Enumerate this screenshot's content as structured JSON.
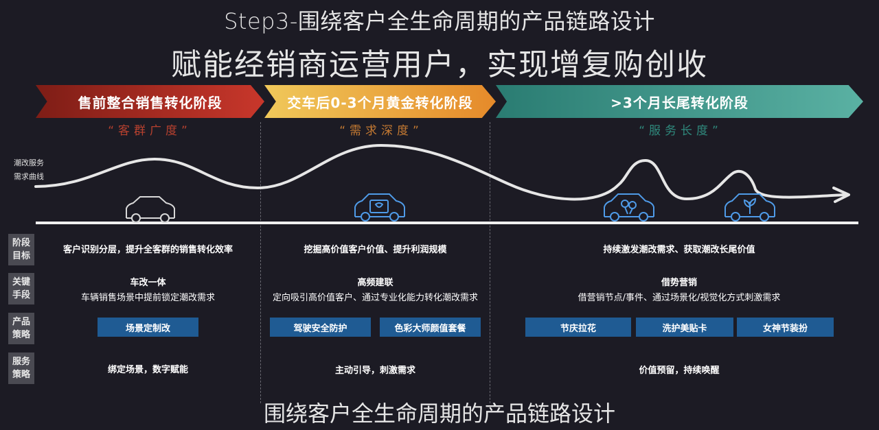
{
  "header": {
    "title": "Step3-围绕客户全生命周期的产品链路设计",
    "subtitle": "赋能经销商运营用户，实现增复购创收"
  },
  "stages": [
    {
      "label": "售前整合销售转化阶段",
      "quote": "“客群广度”"
    },
    {
      "label": "交车后0-3个月黄金转化阶段",
      "quote": "“需求深度”"
    },
    {
      "label": ">3个月长尾转化阶段",
      "quote": "“服务长度”"
    }
  ],
  "curve_label": {
    "line1": "潮改服务",
    "line2": "需求曲线"
  },
  "row_labels": [
    {
      "line1": "阶段",
      "line2": "目标"
    },
    {
      "line1": "关键",
      "line2": "手段"
    },
    {
      "line1": "产品",
      "line2": "策略"
    },
    {
      "line1": "服务",
      "line2": "策略"
    }
  ],
  "goals": [
    "客户识别分层，提升全客群的销售转化效率",
    "挖掘高价值客户价值、提升利润规模",
    "持续激发潮改需求、获取潮改长尾价值"
  ],
  "means": [
    {
      "title": "车改一体",
      "desc": "车辆销售场景中提前锁定潮改需求"
    },
    {
      "title": "高频建联",
      "desc": "定向吸引高价值客户、通过专业化能力转化潮改需求"
    },
    {
      "title": "借势营销",
      "desc": "借营销节点/事件、通过场景化/视觉化方式刺激需求"
    }
  ],
  "products": [
    "场景定制改",
    "驾驶安全防护",
    "色彩大师颜值套餐",
    "节庆拉花",
    "洗护美贴卡",
    "女神节装扮"
  ],
  "services": [
    "绑定场景，数字赋能",
    "主动引导，刺激需求",
    "价值预留，持续唤醒"
  ],
  "footer": {
    "text": "围绕客户全生命周期的产品链路设计"
  },
  "colors": {
    "background": "#1c1b24",
    "stage1": "#c8372b",
    "stage2": "#e8a83a",
    "stage3": "#4aa295",
    "chip": "#1f5b93",
    "car_outline": "#4f9be8"
  }
}
